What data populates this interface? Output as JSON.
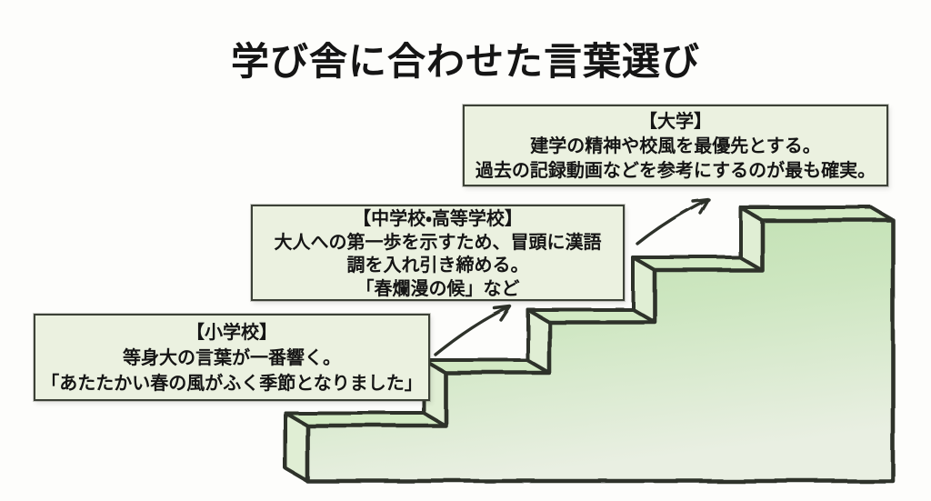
{
  "title": "学び舎に合わせた言葉選び",
  "callouts": {
    "university": {
      "heading": "【大学】",
      "lines": [
        "建学の精神や校風を最優先とする。",
        "過去の記録動画などを参考にするのが最も確実。"
      ]
    },
    "junior_senior_high": {
      "heading": "【中学校・高等学校】",
      "lines": [
        "大人への第一歩を示すため、冒頭に漢語",
        "調を入れ引き締める。",
        "「春爛漫の候」など"
      ]
    },
    "elementary": {
      "heading": "【小学校】",
      "lines": [
        "等身大の言葉が一番響く。",
        "「あたたかい春の風がふく季節となりました」"
      ]
    }
  },
  "illustration": {
    "type": "staircase",
    "steps": 5,
    "arrows": 2
  },
  "colors": {
    "page_bg": "#fdfdfb",
    "text": "#151515",
    "ink": "#2d332b",
    "box_bg": "#ebf1e0",
    "box_border": "#3c4137",
    "stair_top": "#bfdfb0",
    "stair_mid": "#cde6c0",
    "stair_bottom": "#e9efe2",
    "tread": "#d3eac4",
    "facet": "#e0eed4"
  }
}
